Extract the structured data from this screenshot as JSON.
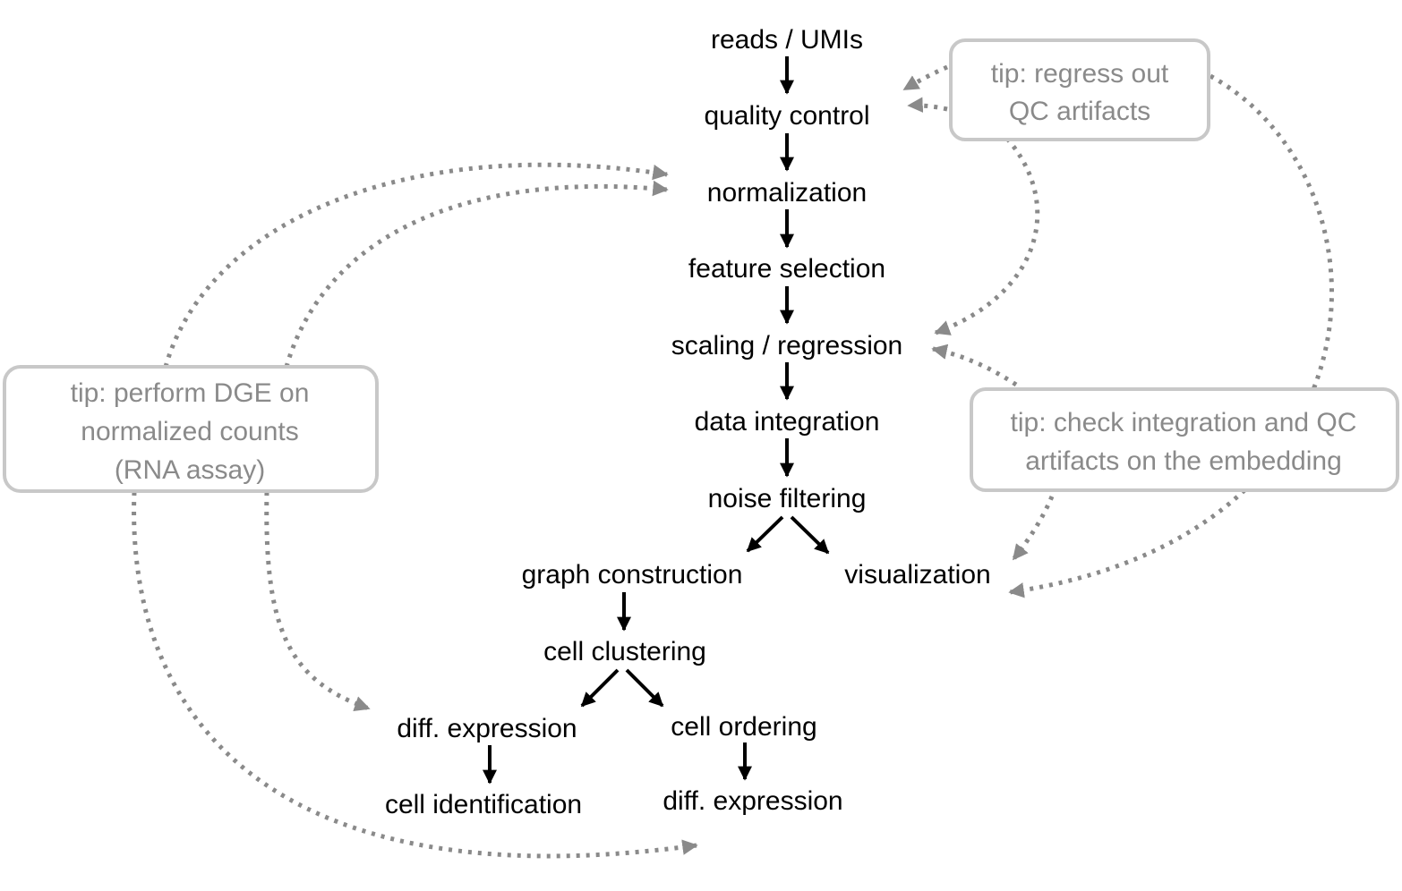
{
  "steps": {
    "reads": "reads / UMIs",
    "qc": "quality control",
    "normalization": "normalization",
    "feature_selection": "feature selection",
    "scaling": "scaling / regression",
    "integration": "data integration",
    "noise": "noise filtering",
    "graph": "graph construction",
    "visualization": "visualization",
    "clustering": "cell clustering",
    "dge1": "diff. expression",
    "ordering": "cell ordering",
    "identification": "cell identification",
    "dge2": "diff. expression"
  },
  "tips": {
    "regress": [
      "tip: regress out",
      "QC artifacts"
    ],
    "dge": [
      "tip: perform DGE on",
      "normalized counts",
      "(RNA assay)"
    ],
    "check": [
      "tip: check integration and QC",
      "artifacts on the embedding"
    ]
  },
  "colors": {
    "step_text": "#000000",
    "tip_text": "#8a8a8a",
    "tip_border": "#c8c8c8",
    "flow_arrow": "#000000",
    "tip_arrow": "#8a8a8a"
  }
}
